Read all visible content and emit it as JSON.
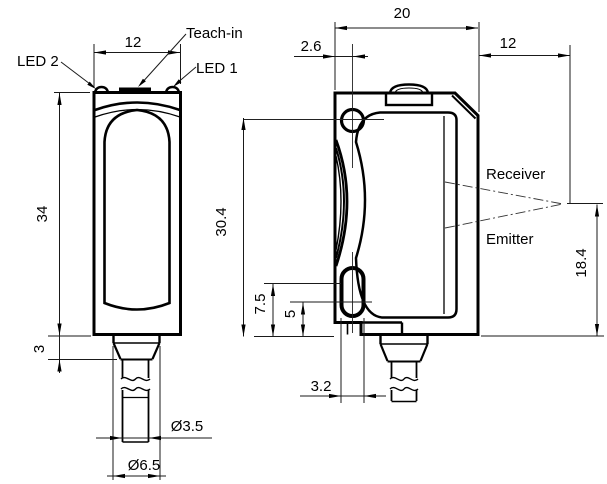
{
  "drawing": {
    "front": {
      "led2": "LED 2",
      "teach_in": "Teach-in",
      "led1": "LED 1",
      "dim_width": "12",
      "dim_height": "34",
      "dim_collar": "3",
      "dim_cable_dia": "Ø3.5",
      "dim_gland_dia": "Ø6.5"
    },
    "side": {
      "receiver": "Receiver",
      "emitter": "Emitter",
      "dim_depth": "20",
      "dim_hole_offset": "2.6",
      "dim_front_clearance": "12",
      "dim_hole_height": "30.4",
      "dim_slot_top": "7.5",
      "dim_slot_mid": "5",
      "dim_slot_width": "3.2",
      "dim_axis_height": "18.4"
    },
    "colors": {
      "line": "#000000",
      "background": "#ffffff"
    }
  }
}
